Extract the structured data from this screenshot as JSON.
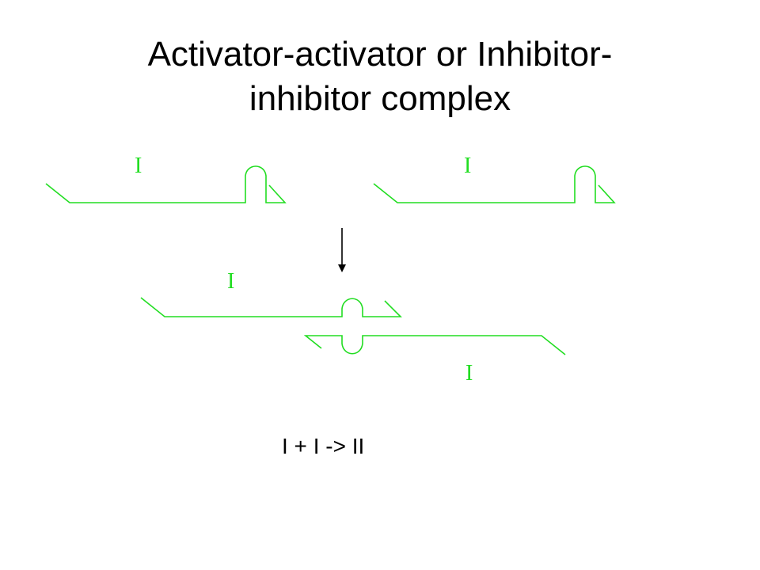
{
  "slide": {
    "title_line_1": "Activator-activator or Inhibitor-",
    "title_line_2": "inhibitor complex",
    "formula": "I + I -> II"
  },
  "diagram": {
    "strand_color": "#22dd22",
    "arrow_color": "#000000",
    "monomer_left_label": "I",
    "monomer_right_label": "I",
    "dimer_top_label": "I",
    "dimer_bottom_label": "I"
  }
}
